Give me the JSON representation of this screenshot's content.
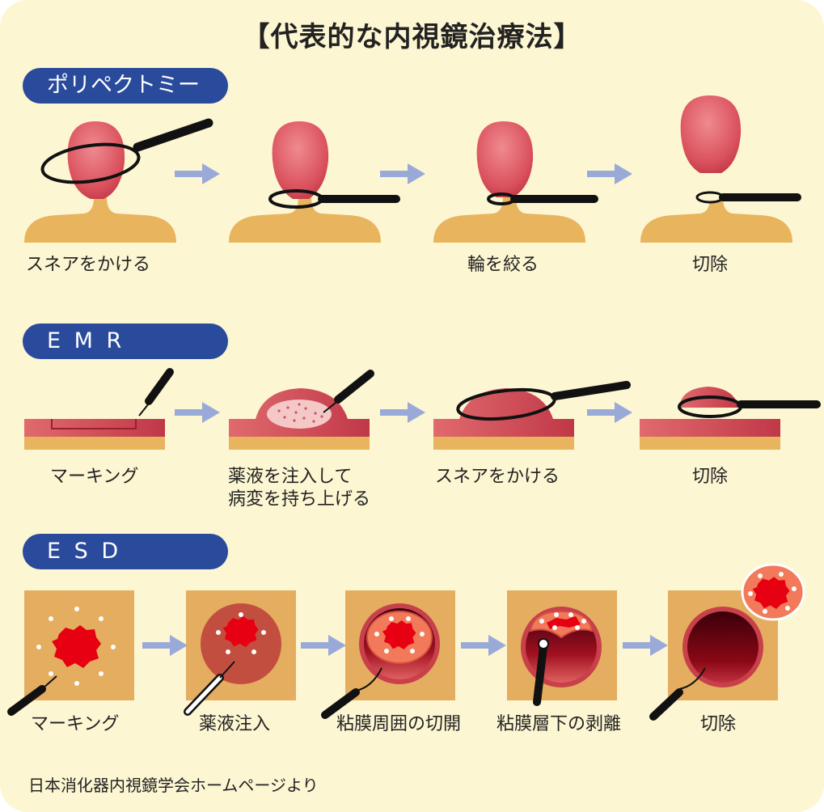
{
  "title": "【代表的な内視鏡治療法】",
  "sections": {
    "polypectomy": {
      "label": "ポリペクトミー",
      "captions": [
        "スネアをかける",
        "輪を絞る",
        "切除"
      ]
    },
    "emr": {
      "label": "E M R",
      "captions": [
        "マーキング",
        "薬液を注入して",
        "病変を持ち上げる",
        "スネアをかける",
        "切除"
      ]
    },
    "esd": {
      "label": "E S D",
      "captions": [
        "マーキング",
        "薬液注入",
        "粘膜周囲の切開",
        "粘膜層下の剥離",
        "切除"
      ]
    }
  },
  "credit": "日本消化器内視鏡学会ホームページより",
  "colors": {
    "background": "#fdf6d2",
    "pill": "#2a4a9c",
    "polyp": "#e0606a",
    "stalk": "#e8b45e",
    "arrow": "#9aaad8",
    "lesion": "#e60012"
  }
}
